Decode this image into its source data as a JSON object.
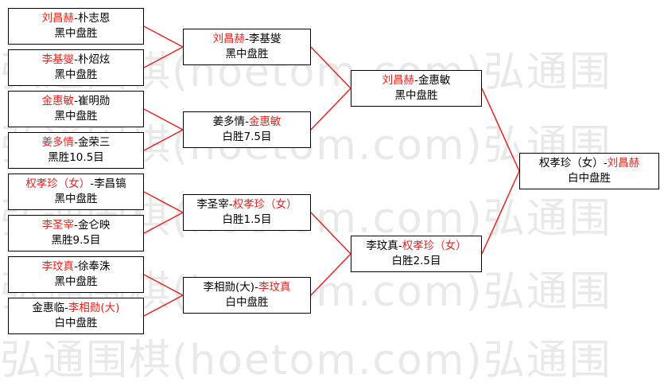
{
  "watermark": "弘通围棋(hoetom.com)弘通围",
  "round1": [
    {
      "p1": "刘昌赫",
      "p2": "朴志恩",
      "winner": 1,
      "result": "黑中盘胜"
    },
    {
      "p1": "李基燮",
      "p2": "朴炤炫",
      "winner": 1,
      "result": "黑中盘胜"
    },
    {
      "p1": "金惠敏",
      "p2": "崔明勋",
      "winner": 1,
      "result": "黑中盘胜"
    },
    {
      "p1": "姜多情",
      "p2": "金荣三",
      "winner": 1,
      "result": "黑胜10.5目"
    },
    {
      "p1": "权孝珍（女）",
      "p2": "李昌镐",
      "winner": 1,
      "result": "黑中盘胜"
    },
    {
      "p1": "李圣宰",
      "p2": "金仑映",
      "winner": 1,
      "result": "黑胜9.5目"
    },
    {
      "p1": "李玟真",
      "p2": "徐奉洙",
      "winner": 1,
      "result": "黑中盘胜"
    },
    {
      "p1": "金惠临",
      "p2": "李相勋(大)",
      "winner": 2,
      "result": "白中盘胜"
    }
  ],
  "round2": [
    {
      "p1": "刘昌赫",
      "p2": "李基燮",
      "winner": 1,
      "result": "黑中盘胜"
    },
    {
      "p1": "姜多情",
      "p2": "金惠敏",
      "winner": 2,
      "result": "白胜7.5目"
    },
    {
      "p1": "李圣宰",
      "p2": "权孝珍（女）",
      "winner": 2,
      "result": "白胜1.5目"
    },
    {
      "p1": "李相勋(大)",
      "p2": "李玟真",
      "winner": 2,
      "result": "白中盘胜"
    }
  ],
  "round3": [
    {
      "p1": "刘昌赫",
      "p2": "金惠敏",
      "winner": 1,
      "result": "黑中盘胜"
    },
    {
      "p1": "李玟真",
      "p2": "权孝珍（女）",
      "winner": 2,
      "result": "白胜2.5目"
    }
  ],
  "final": [
    {
      "p1": "权孝珍（女）",
      "p2": "刘昌赫",
      "winner": 2,
      "result": "白中盘胜"
    }
  ],
  "colors": {
    "winner": "#e8231d",
    "line": "#e8231d",
    "border": "#000000",
    "watermark": "#e9e9e9"
  }
}
